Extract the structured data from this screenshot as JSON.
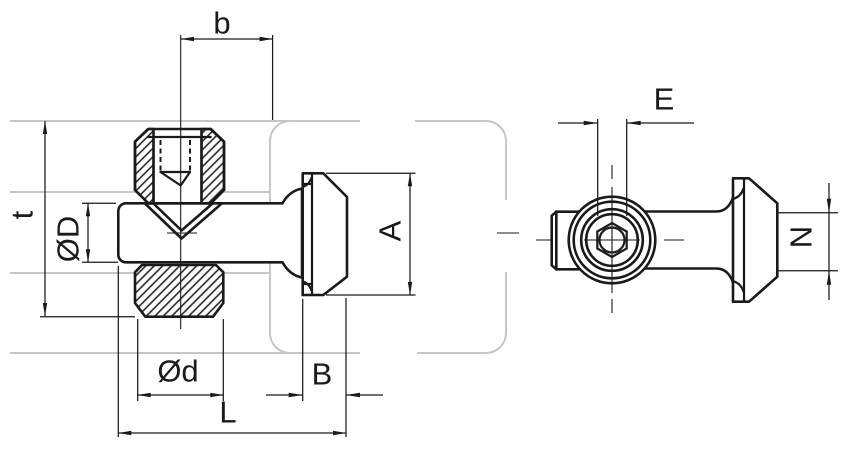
{
  "drawing": {
    "type": "technical-dimension-drawing",
    "views": {
      "front_view": "sectioned T-slot bolt with two hex nuts, head right, inside gray slot profile",
      "side_view": "axial view with concentric circles and hex socket, hammer head right"
    },
    "labels": {
      "b": "b",
      "t": "t",
      "dD": "ØD",
      "dd": "Ød",
      "L": "L",
      "B": "B",
      "A": "A",
      "E": "E",
      "N": "N"
    },
    "colors": {
      "line": "#1a1a1a",
      "profile_gray": "#c6c6c6",
      "background": "#ffffff"
    }
  }
}
